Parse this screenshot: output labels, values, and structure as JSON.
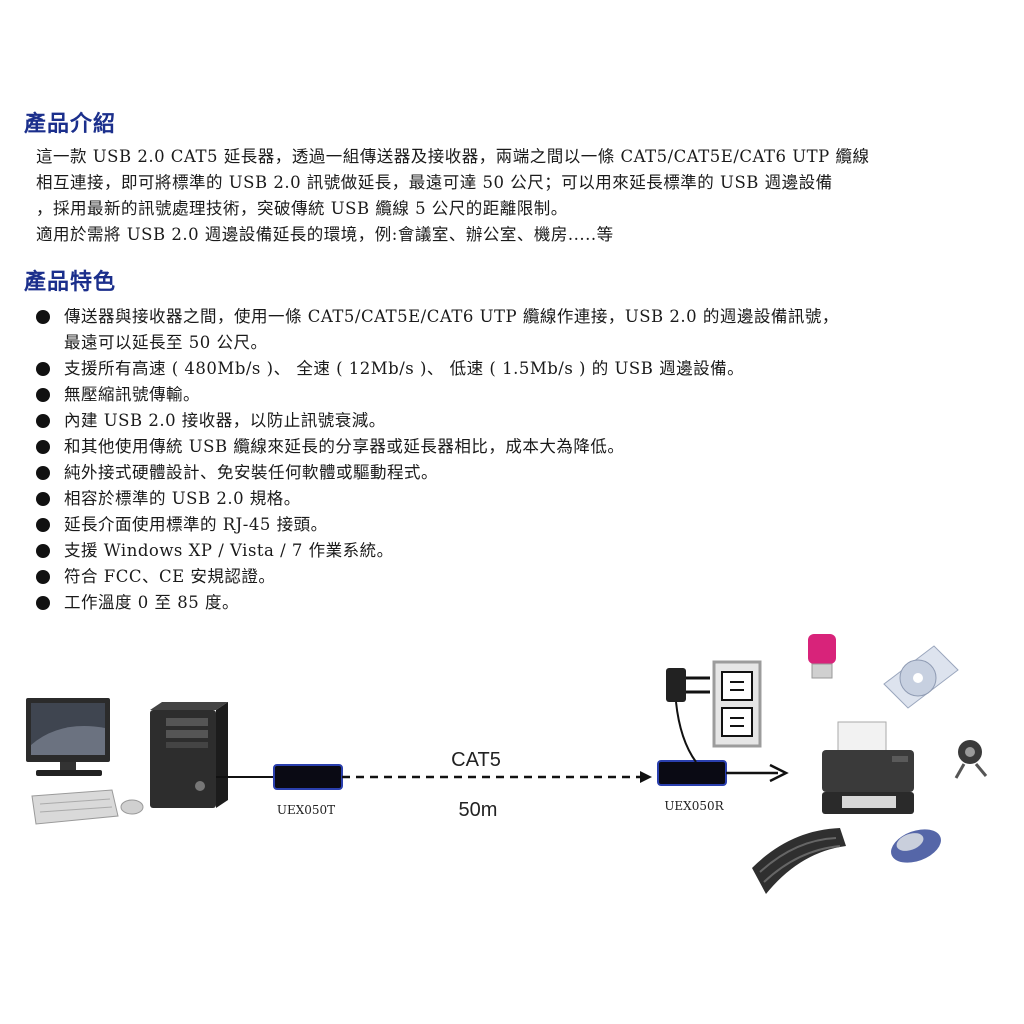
{
  "intro": {
    "heading": "產品介紹",
    "lines": [
      "這一款 USB 2.0 CAT5 延長器，透過一組傳送器及接收器，兩端之間以一條 CAT5/CAT5E/CAT6 UTP 纜線",
      "相互連接，即可將標準的 USB 2.0 訊號做延長，最遠可達 50 公尺；可以用來延長標準的 USB 週邊設備",
      "，採用最新的訊號處理技術，突破傳統 USB 纜線 5 公尺的距離限制。",
      "適用於需將 USB 2.0 週邊設備延長的環境，例:會議室、辦公室、機房.....等"
    ]
  },
  "features": {
    "heading": "產品特色",
    "items": [
      [
        "傳送器與接收器之間，使用一條 CAT5/CAT5E/CAT6 UTP 纜線作連接，USB 2.0 的週邊設備訊號，",
        "最遠可以延長至 50 公尺。"
      ],
      [
        "支援所有高速 ( 480Mb/s )、 全速 ( 12Mb/s )、 低速 ( 1.5Mb/s ) 的 USB 週邊設備。"
      ],
      [
        "無壓縮訊號傳輸。"
      ],
      [
        "內建 USB 2.0 接收器，以防止訊號衰減。"
      ],
      [
        "和其他使用傳統 USB 纜線來延長的分享器或延長器相比，成本大為降低。"
      ],
      [
        "純外接式硬體設計、免安裝任何軟體或驅動程式。"
      ],
      [
        "相容於標準的 USB 2.0 規格。"
      ],
      [
        "延長介面使用標準的 RJ-45 接頭。"
      ],
      [
        "支援 Windows XP / Vista / 7 作業系統。"
      ],
      [
        "符合 FCC、CE 安規認證。"
      ],
      [
        "工作溫度 0 至 85 度。"
      ]
    ]
  },
  "diagram": {
    "cable_label": "CAT5",
    "distance_label": "50m",
    "transmitter_label": "UEX050T",
    "receiver_label": "UEX050R"
  },
  "colors": {
    "heading": "#1b2f8c",
    "box_fill": "#0a0a14",
    "box_border": "#2a3fae"
  }
}
